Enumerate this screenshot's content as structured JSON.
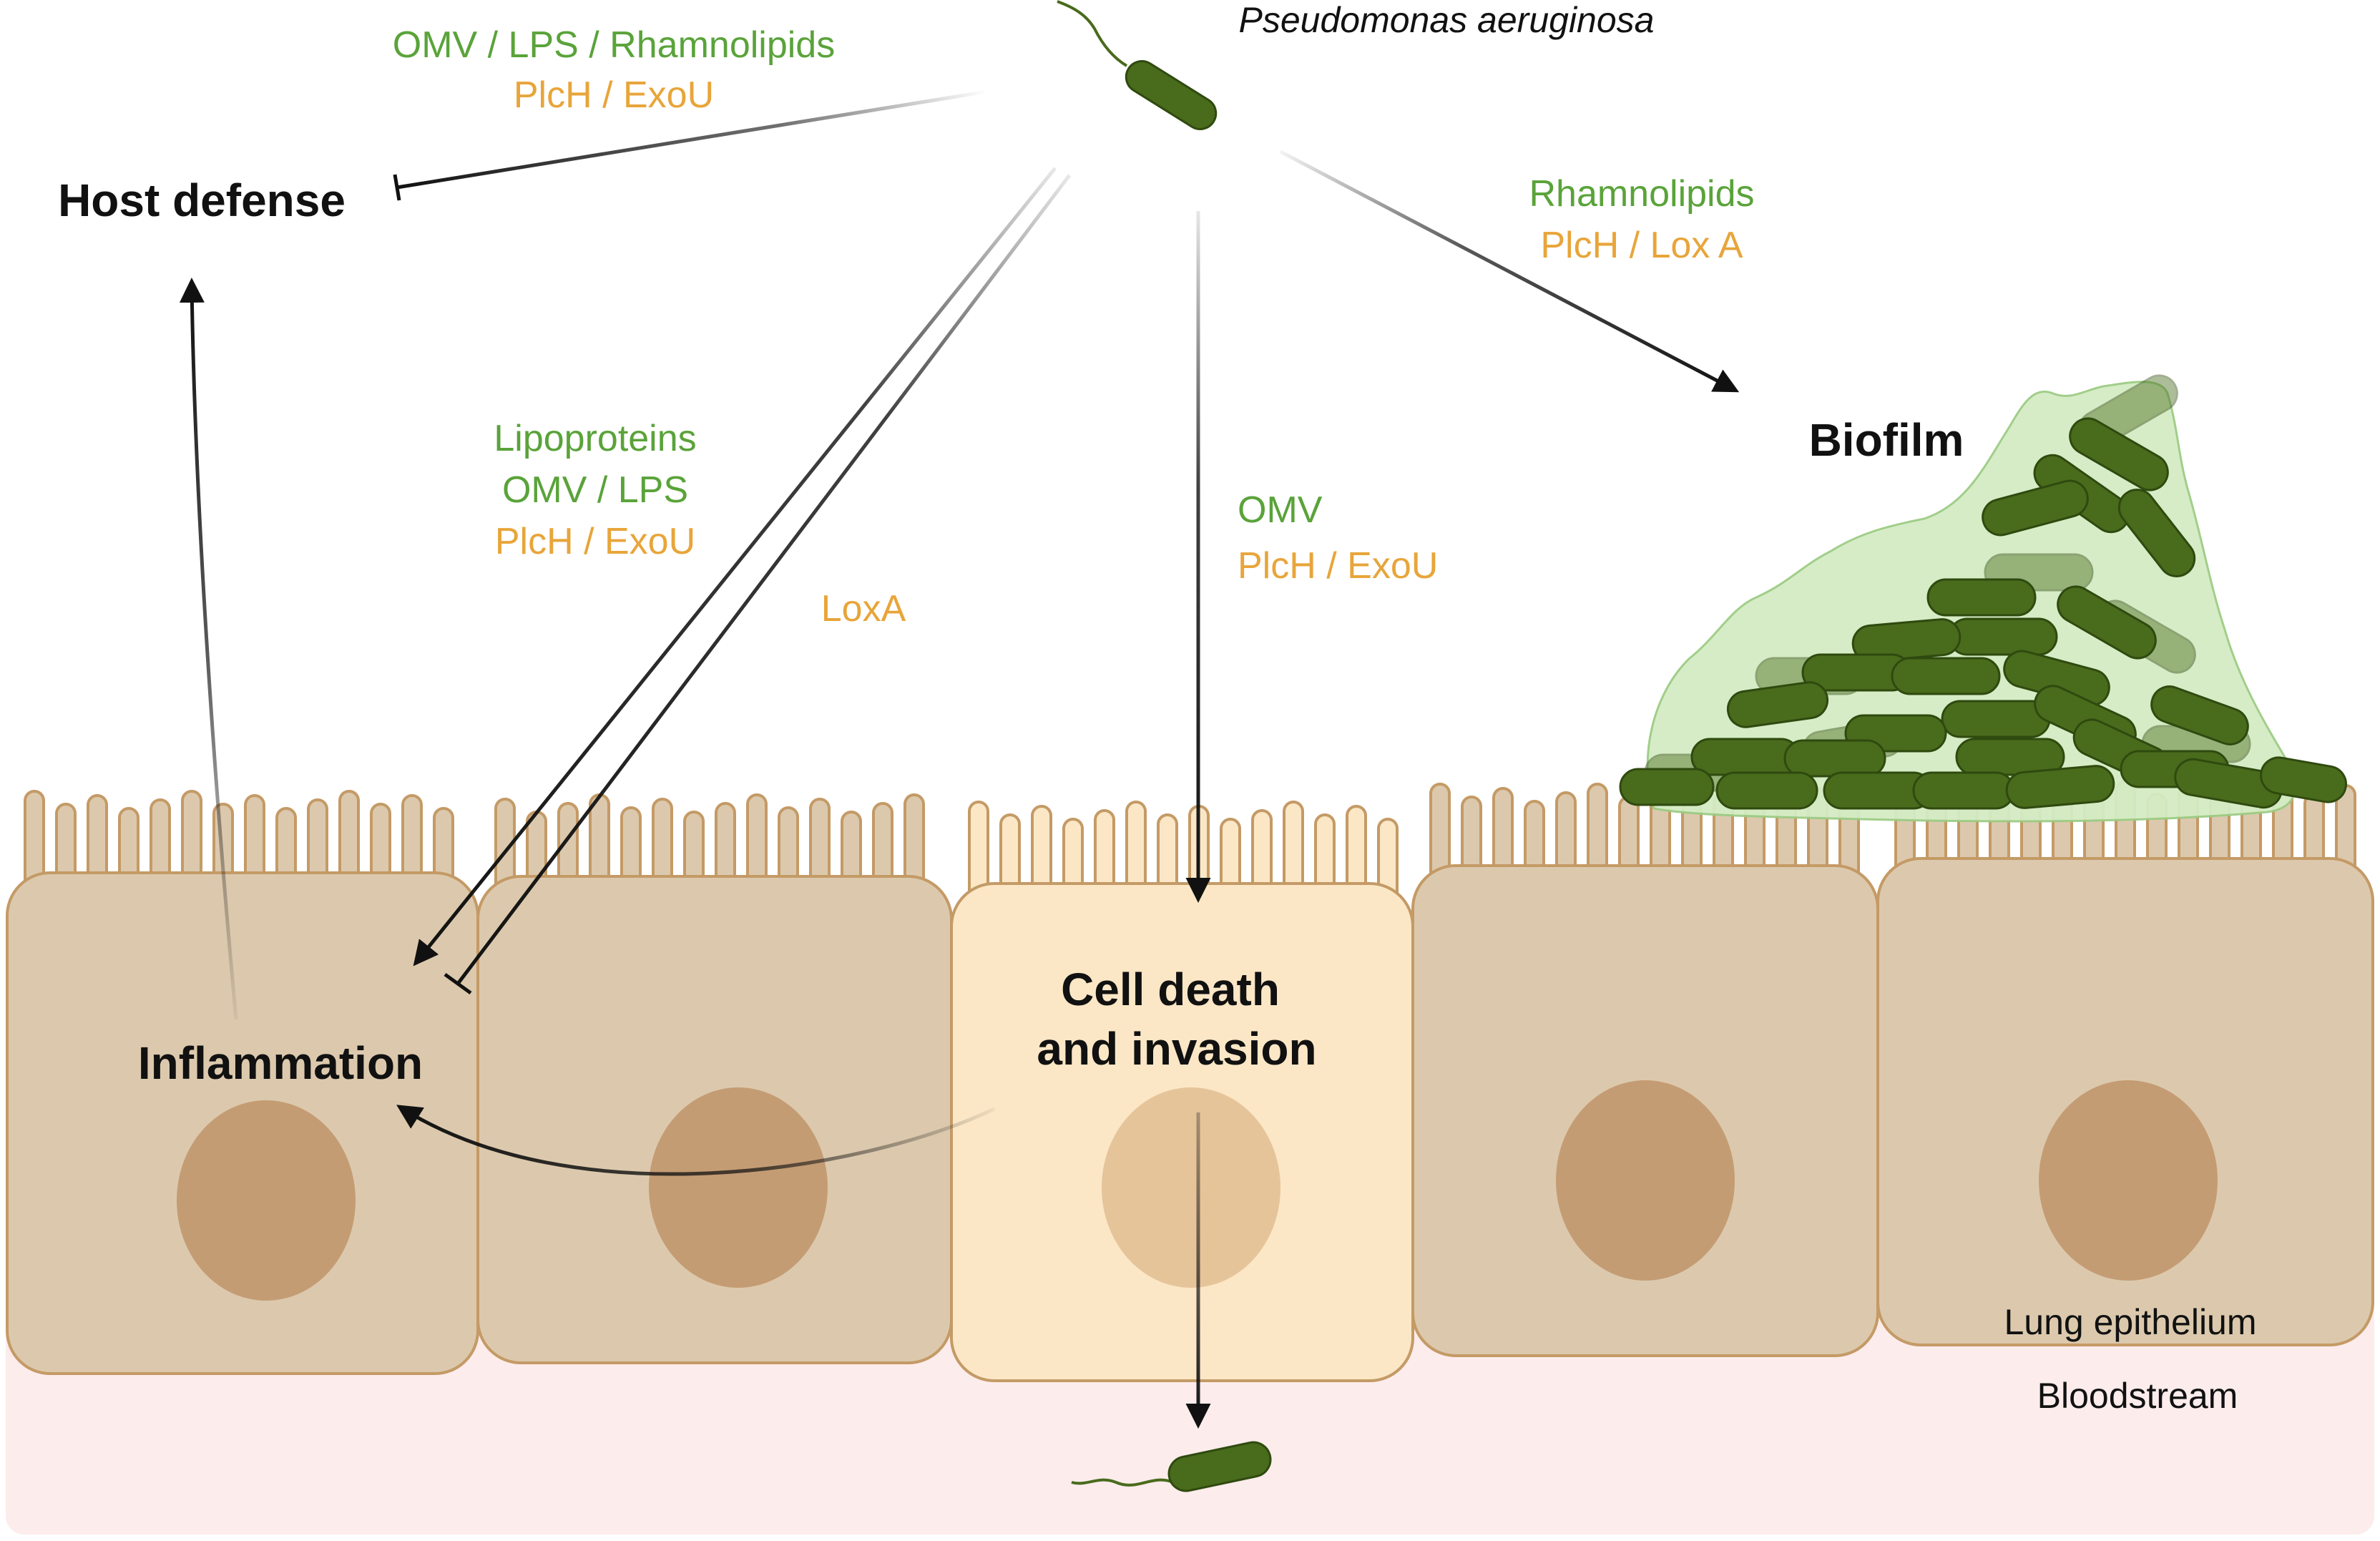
{
  "labels": {
    "organism": "Pseudomonas aeruginosa",
    "host_defense": "Host defense",
    "biofilm": "Biofilm",
    "inflammation": "Inflammation",
    "cell_death_line1": "Cell death",
    "cell_death_line2": "and invasion",
    "lung_epithelium": "Lung epithelium",
    "bloodstream": "Bloodstream"
  },
  "factors": {
    "host_defense_green": "OMV / LPS / Rhamnolipids",
    "host_defense_orange": "PlcH / ExoU",
    "biofilm_green": "Rhamnolipids",
    "biofilm_orange": "PlcH / Lox A",
    "inflammation_green_1": "Lipoproteins",
    "inflammation_green_2": "OMV / LPS",
    "inflammation_orange": "PlcH / ExoU",
    "inhibit_orange": "LoxA",
    "cell_death_green": "OMV",
    "cell_death_orange": "PlcH / ExoU"
  },
  "colors": {
    "green_text": "#5aa33a",
    "orange_text": "#e8a53a",
    "cell_fill": "#dcc9ad",
    "cell_stroke": "#c49a66",
    "dying_cell_fill": "#fbe7c6",
    "nucleus": "#c49c74",
    "bacterium": "#496b1c",
    "biofilm_matrix": "#d4ecc4",
    "bloodstream": "#fcecec"
  }
}
